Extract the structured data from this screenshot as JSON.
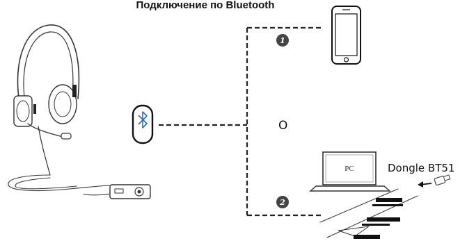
{
  "title": "Подключение по Bluetooth",
  "or_text": "O",
  "pc_label": "PC",
  "dongle_label": "Dongle BT51",
  "steps": [
    "1",
    "2"
  ]
}
